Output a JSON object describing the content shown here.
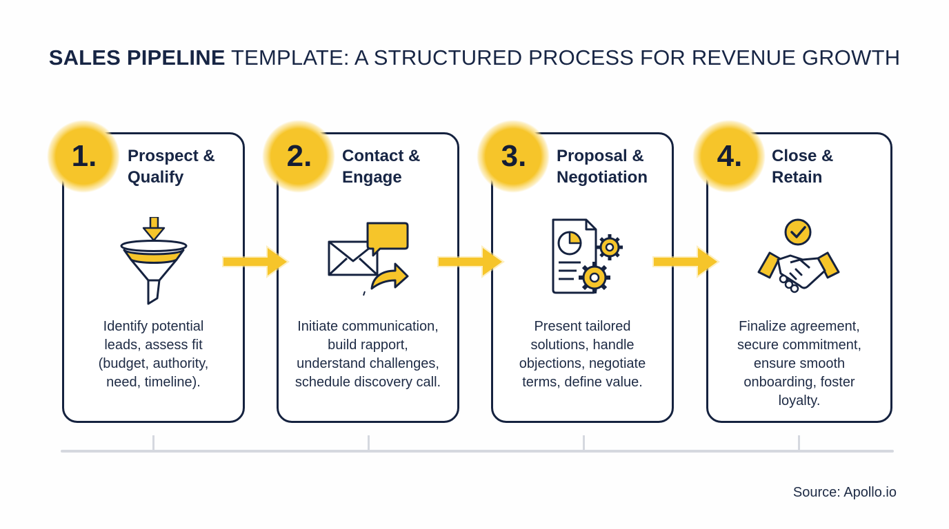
{
  "title": {
    "bold": "SALES PIPELINE",
    "rest": " TEMPLATE: A STRUCTURED PROCESS FOR REVENUE GROWTH"
  },
  "colors": {
    "accent": "#F6C52A",
    "navy": "#15223F",
    "timeline": "#D5D8DF"
  },
  "steps": [
    {
      "number": "1.",
      "title_line1": "Prospect &",
      "title_line2": "Qualify",
      "icon": "funnel-icon",
      "desc": [
        "Identify potential",
        "leads, assess fit",
        "(budget, authority,",
        "need, timeline)."
      ]
    },
    {
      "number": "2.",
      "title_line1": "Contact &",
      "title_line2": "Engage",
      "icon": "envelope-chat-icon",
      "desc": [
        "Initiate communication,",
        "build rapport,",
        "understand challenges,",
        "schedule discovery call."
      ]
    },
    {
      "number": "3.",
      "title_line1": "Proposal &",
      "title_line2": "Negotiation",
      "icon": "document-gears-icon",
      "desc": [
        "Present tailored",
        "solutions, handle",
        "objections, negotiate",
        "terms, define value."
      ]
    },
    {
      "number": "4.",
      "title_line1": "Close &",
      "title_line2": "Retain",
      "icon": "handshake-check-icon",
      "desc": [
        "Finalize agreement,",
        "secure commitment,",
        "ensure smooth",
        "onboarding, foster",
        "loyalty."
      ]
    }
  ],
  "source": "Source: Apollo.io"
}
